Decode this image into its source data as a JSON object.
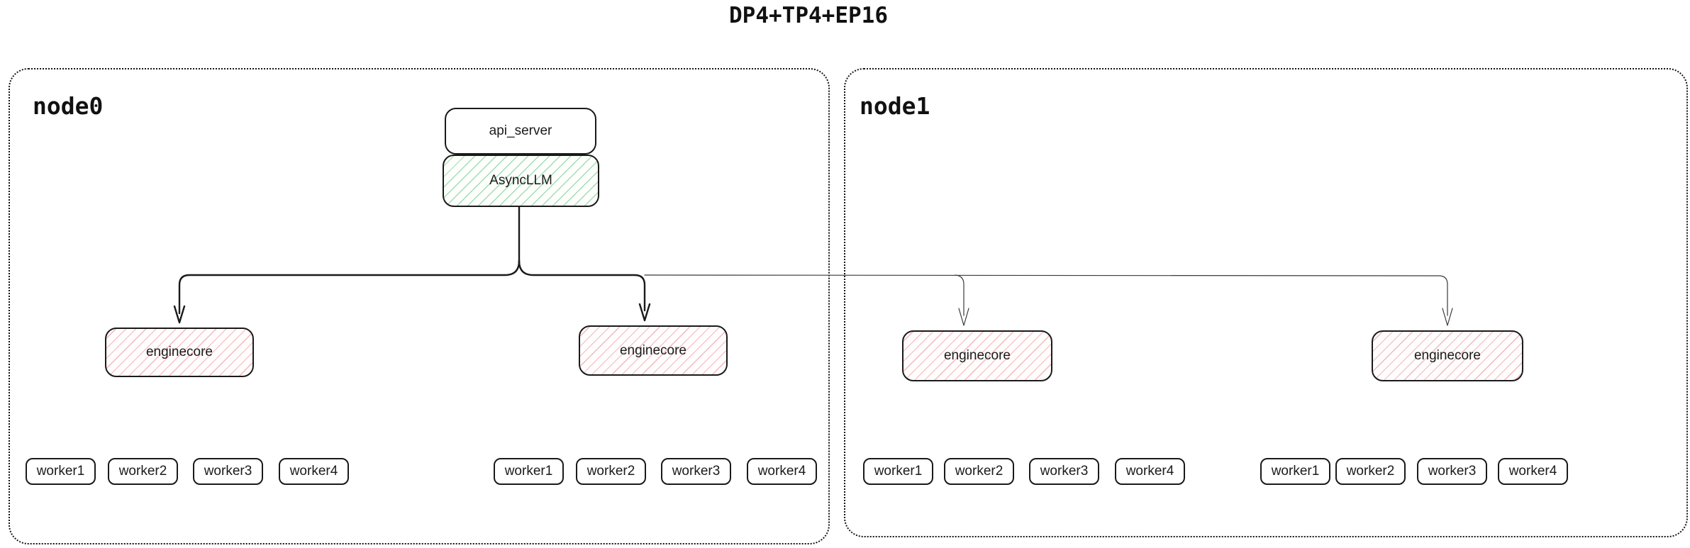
{
  "title": "DP4+TP4+EP16",
  "colors": {
    "line_dark": "#1a1a1a",
    "line_thin": "#3a3a3a",
    "green_hatch": "#a5ddae",
    "red_hatch": "#f2b9b9",
    "border": "#1a1a1a"
  },
  "api_server": {
    "label": "api_server"
  },
  "async_llm": {
    "label": "AsyncLLM"
  },
  "nodes": [
    {
      "label": "node0",
      "enginecores": [
        {
          "label": "enginecore",
          "workers": [
            "worker1",
            "worker2",
            "worker3",
            "worker4"
          ]
        },
        {
          "label": "enginecore",
          "workers": [
            "worker1",
            "worker2",
            "worker3",
            "worker4"
          ]
        }
      ]
    },
    {
      "label": "node1",
      "enginecores": [
        {
          "label": "enginecore",
          "workers": [
            "worker1",
            "worker2",
            "worker3",
            "worker4"
          ]
        },
        {
          "label": "enginecore",
          "workers": [
            "worker1",
            "worker2",
            "worker3",
            "worker4"
          ]
        }
      ]
    }
  ]
}
